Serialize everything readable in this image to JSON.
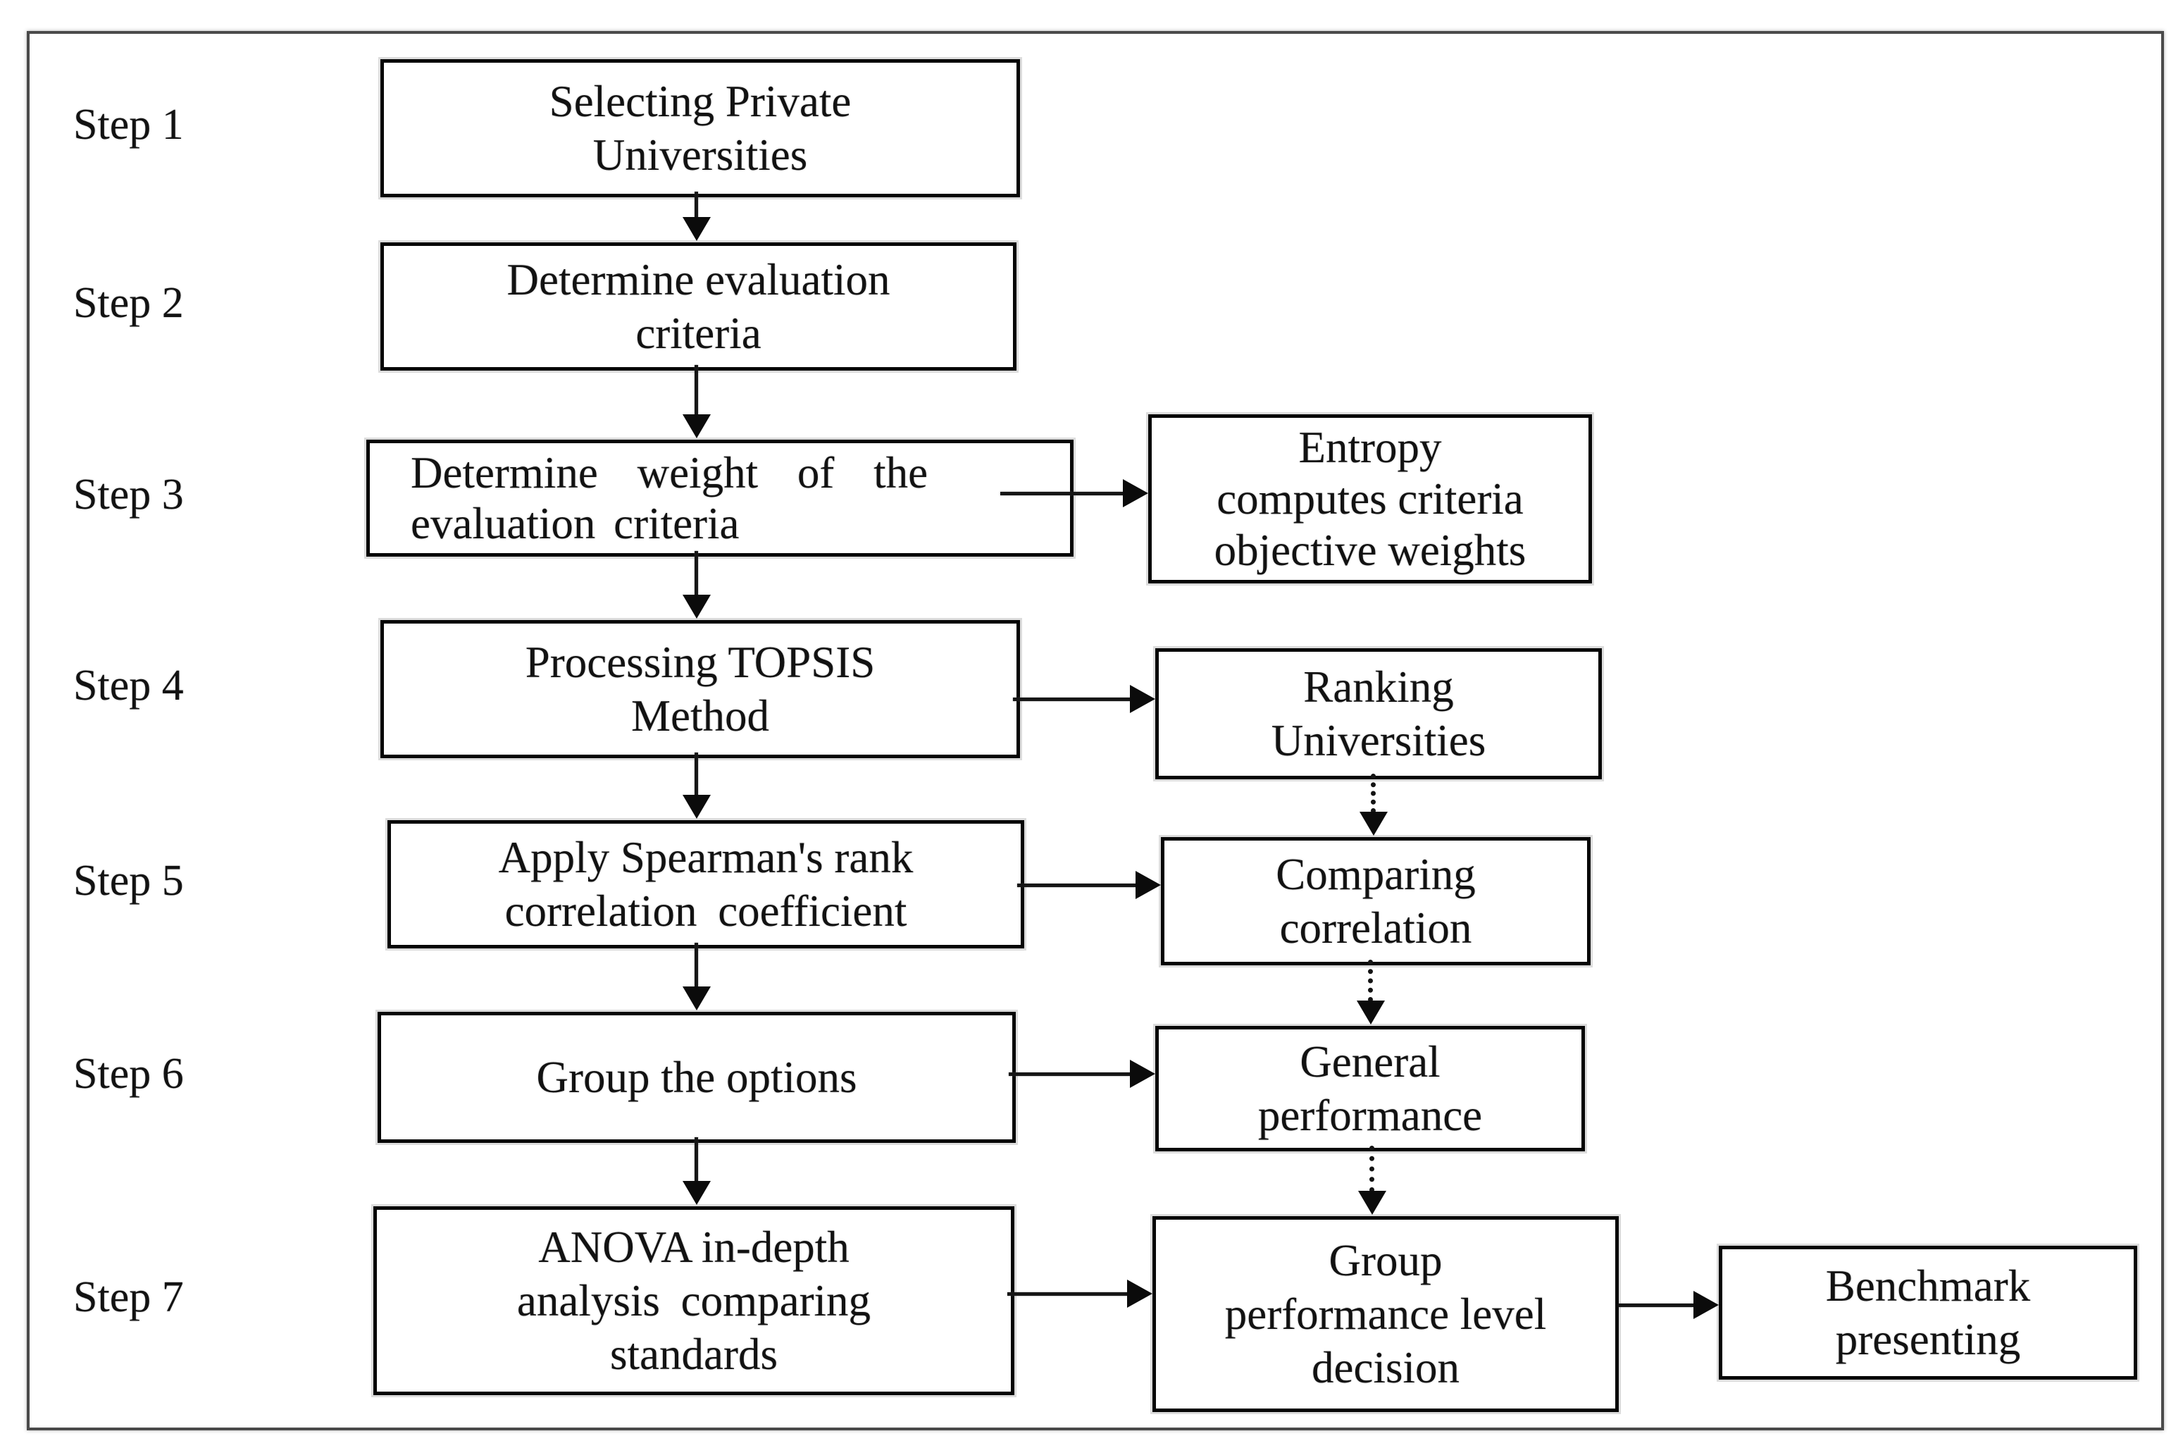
{
  "colors": {
    "ink": "#121212",
    "box_border": "#050505",
    "frame_border": "#4a4a4a",
    "background": "#ffffff"
  },
  "flow": {
    "steps": [
      {
        "label": "Step 1",
        "box": {
          "lines": [
            "Selecting Private",
            "Universities"
          ]
        }
      },
      {
        "label": "Step 2",
        "box": {
          "lines": [
            "Determine evaluation",
            "criteria"
          ]
        }
      },
      {
        "label": "Step 3",
        "box": {
          "lines": [
            "Determine weight of the",
            "evaluation criteria"
          ]
        }
      },
      {
        "label": "Step 4",
        "box": {
          "lines": [
            "Processing TOPSIS",
            "Method"
          ]
        }
      },
      {
        "label": "Step 5",
        "box": {
          "lines": [
            "Apply Spearman's rank",
            "correlation coefficient"
          ]
        }
      },
      {
        "label": "Step 6",
        "box": {
          "lines": [
            "Group the options"
          ]
        }
      },
      {
        "label": "Step 7",
        "box": {
          "lines": [
            "ANOVA in-depth",
            "analysis comparing",
            "standards"
          ]
        }
      }
    ],
    "side_boxes": [
      {
        "id": "entropy",
        "lines": [
          "Entropy",
          "computes criteria",
          "objective weights"
        ]
      },
      {
        "id": "ranking",
        "lines": [
          "Ranking",
          "Universities"
        ]
      },
      {
        "id": "comparing",
        "lines": [
          "Comparing",
          "correlation"
        ]
      },
      {
        "id": "general-performance",
        "lines": [
          "General",
          "performance"
        ]
      },
      {
        "id": "group-performance",
        "lines": [
          "Group",
          "performance level",
          "decision"
        ]
      },
      {
        "id": "benchmark",
        "lines": [
          "Benchmark",
          "presenting"
        ]
      }
    ]
  }
}
